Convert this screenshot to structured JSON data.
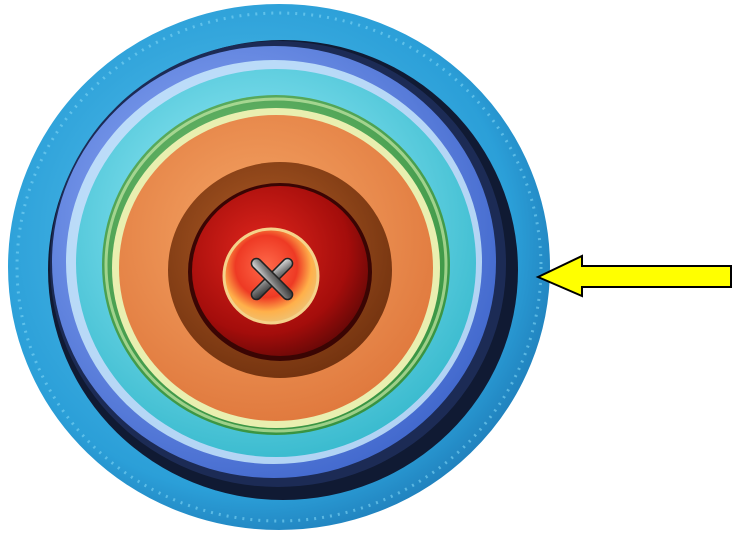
{
  "image": {
    "subject": "concentric-colored-rings-with-x-center",
    "background_color": "#ffffff",
    "arrow_color": "#ffff00",
    "arrow_outline_color": "#000000",
    "arrow_direction": "left",
    "center_mark": "x-cross",
    "ring_colors": {
      "outer_blue": "#2b9fd8",
      "dark_band": "#101a33",
      "blue_band": "#4f7fe0",
      "cyan_band": "#48d6e4",
      "green_band": "#3ea343",
      "orange_band": "#f08a45",
      "brown_band": "#8a3f14",
      "red_core": "#b0100e",
      "center_button": "#ffb04a"
    }
  }
}
